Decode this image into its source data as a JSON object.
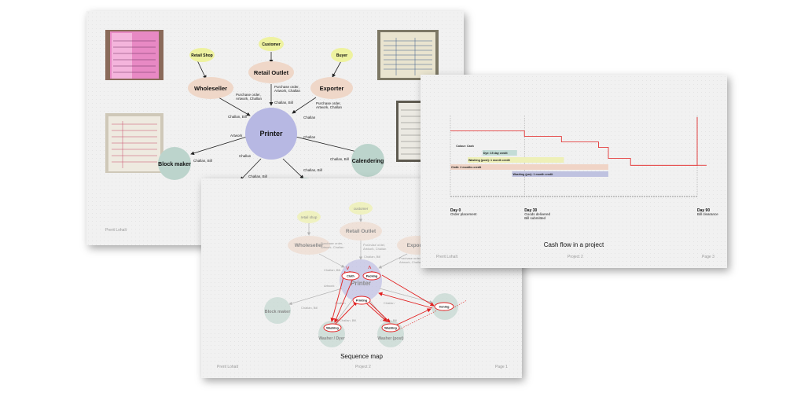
{
  "stakeholder_map": {
    "nodes": {
      "retail_shop": "Retail Shop",
      "customer": "Customer",
      "buyer": "Buyer",
      "wholeseller": "Wholeseller",
      "retail_outlet": "Retail Outlet",
      "exporter": "Exporter",
      "printer": "Printer",
      "block_maker": "Block maker",
      "calendering": "Calendering"
    },
    "edge_labels": {
      "po_artwork_challan_1": "Purchase order,",
      "po_artwork_challan_1b": "Artwork, Challan",
      "po_artwork_challan_2": "Purchase order,",
      "po_artwork_challan_2b": "Artwork, Challan",
      "po_artwork_challan_3": "Purchase order,",
      "po_artwork_challan_3b": "Artwork, Challan",
      "challan_bill_1": "Challan, Bill",
      "challan_bill_2": "Challan, Bill",
      "challan_bill_3": "Challan, Bill",
      "challan_bill_4": "Challan, Bill",
      "challan_bill_5": "Challan, Bill",
      "challan_bill_6": "Challan, Bill",
      "artwork": "Artwork",
      "challan_1": "Challan",
      "challan_2": "Challan"
    },
    "footer_left": "Prerit Lohalt"
  },
  "sequence_map": {
    "nodes": {
      "retail_shop": "retail shop",
      "customer": "customer",
      "retail_outlet": "Retail Outlet",
      "wholeseller": "Wholeseller",
      "exporter": "Exporter",
      "printer": "Printer",
      "block_maker": "Block maker",
      "washer_dyer": "Washer / Dyer",
      "washer_post": "Washer (post)"
    },
    "step_labels": {
      "cloth": "Cloth",
      "tracking": "Packing",
      "printing": "Printing",
      "washing_1": "Washing",
      "washing_2": "Washing",
      "ironing": "Ironing"
    },
    "caption": "Sequence map",
    "footer_left": "Prerit Lohalt",
    "footer_mid": "Project 2",
    "footer_right": "Page 1"
  },
  "cash_flow": {
    "chart_data": {
      "type": "line",
      "title": "Cash flow in a project",
      "x": [
        0,
        30,
        30,
        45,
        45,
        60,
        60,
        64,
        64,
        73,
        73,
        100,
        100
      ],
      "y": [
        5,
        5,
        4.6,
        4.6,
        4.2,
        4.2,
        3.8,
        3.8,
        3.0,
        3.0,
        2.5,
        2.5,
        6.0
      ],
      "xlim": [
        0,
        100
      ],
      "bars": [
        {
          "label": "Colour: Cash",
          "start": 2,
          "end": 26,
          "row": 1,
          "color": "#f1f1f1"
        },
        {
          "label": "Dye: 15 day credit",
          "start": 13,
          "end": 27,
          "row": 2,
          "color": "#c3dcd6"
        },
        {
          "label": "Washing (post): 1 month credit",
          "start": 7,
          "end": 46,
          "row": 3,
          "color": "#eef0b8"
        },
        {
          "label": "Cloth: 2 months credit",
          "start": 0,
          "end": 64,
          "row": 4,
          "color": "#f0d4c6"
        },
        {
          "label": "Washing (pre): 1 month credit",
          "start": 25,
          "end": 64,
          "row": 5,
          "color": "#bfc2e0"
        }
      ],
      "milestones": [
        {
          "day": "Day 0",
          "note1": "Order placement",
          "note2": ""
        },
        {
          "day": "Day 30",
          "note1": "Goods delivered",
          "note2": "Bill submitted"
        },
        {
          "day": "Day 90",
          "note1": "Bill clearance",
          "note2": ""
        }
      ]
    },
    "footer_left": "Prerit Lohalt",
    "footer_mid": "Project 2",
    "footer_right": "Page 3"
  },
  "colors": {
    "printer": "#b7b8e3",
    "peach": "#efd7c8",
    "teal": "#bcd4cc",
    "yellow": "#eef2a0",
    "red": "#e21f1f"
  }
}
